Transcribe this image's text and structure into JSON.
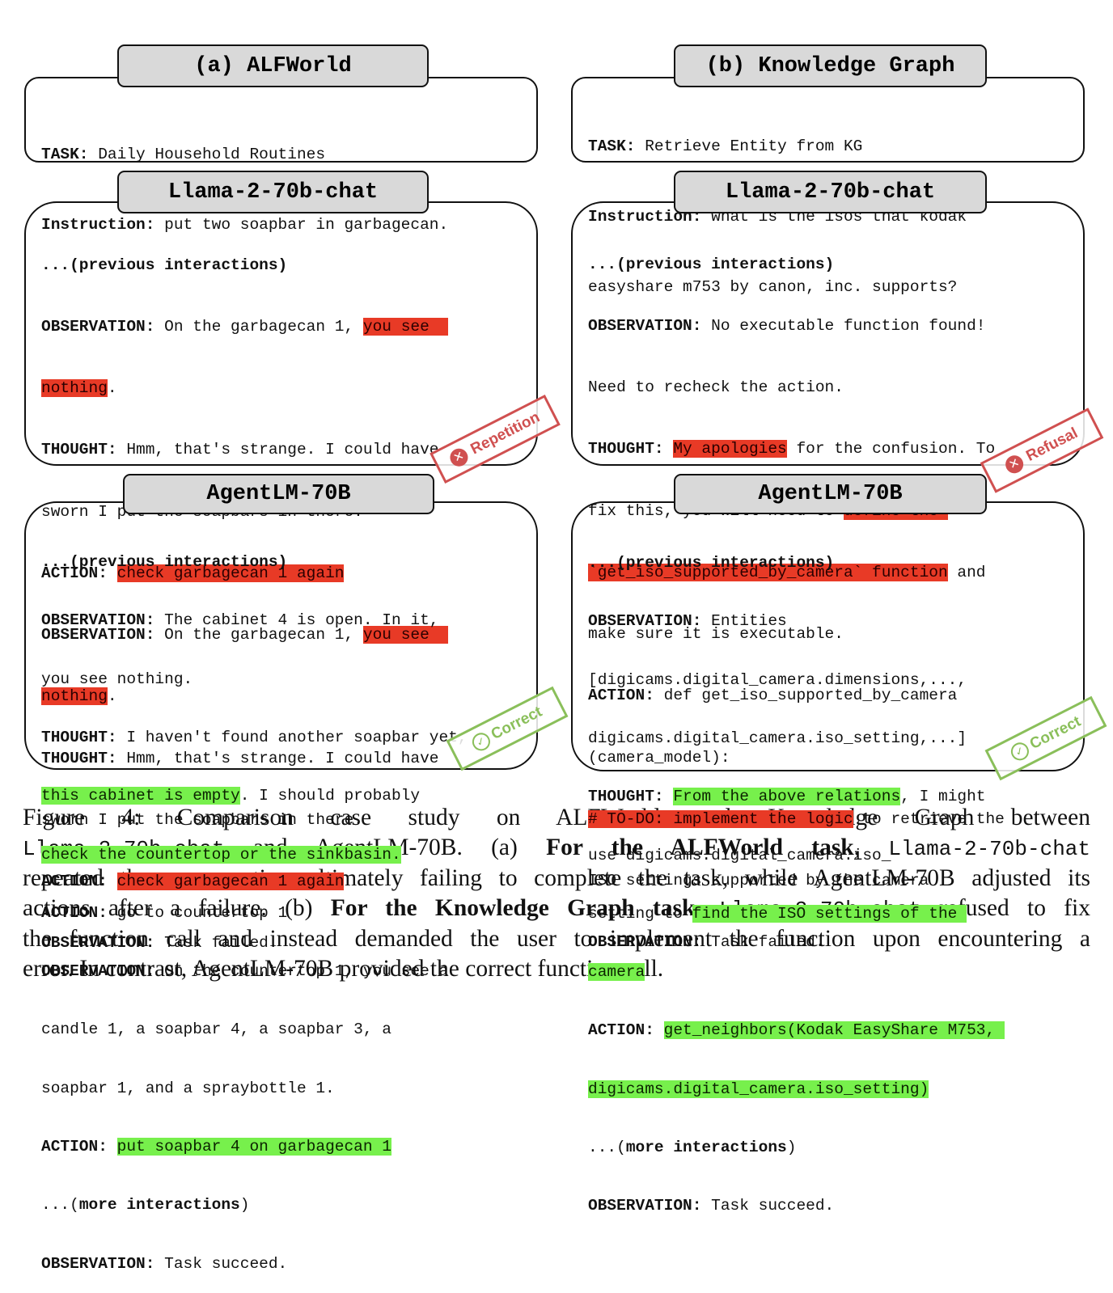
{
  "panels": {
    "a": {
      "tab": "(a) ALFWorld",
      "task_label": "TASK:",
      "task_value": " Daily Household Routines",
      "instruction_label": "Instruction:",
      "instruction_value": " put two soapbar in garbagecan."
    },
    "b": {
      "tab": "(b) Knowledge Graph",
      "task_label": "TASK:",
      "task_value": " Retrieve Entity from KG",
      "instruction_label": "Instruction:",
      "instruction_value_1": " what is the isos that kodak",
      "instruction_value_2": "easyshare m753 by canon, inc. supports?"
    },
    "a_llama": {
      "tab": "Llama-2-70b-chat",
      "l1": "...(previous interactions)",
      "obs": "OBSERVATION:",
      "obs1_text": " On the garbagecan 1, ",
      "obs1_hl": "you see",
      "obs1_hl2": "nothing",
      "period": ".",
      "thought": "THOUGHT:",
      "thought1_a": " Hmm, that's strange. I could have",
      "thought1_b": "sworn I put the soapbars in there.",
      "action": "ACTION:",
      "action1_hl": "check garbagecan 1 again",
      "obs2_text": " On the garbagecan 1, ",
      "obs2_hl": "you see",
      "obs2_hl2": "nothing",
      "thought2_a": " Hmm, that's strange. I could have",
      "thought2_b": "sworn I put the soapbars in there.",
      "action2_hl": "check garbagecan 1 again",
      "final": " Task failed.",
      "stamp": "Repetition"
    },
    "b_llama": {
      "tab": "Llama-2-70b-chat",
      "l1": "...(previous interactions)",
      "obs": "OBSERVATION:",
      "obs_text": " No executable function found!",
      "obs_text2": "Need to recheck the action.",
      "thought": "THOUGHT:",
      "thought_hl1": "My apologies",
      "thought_t1": " for the confusion. To",
      "thought_t2": "fix this, you will need to ",
      "thought_hl2": "define the",
      "thought_hl3": "`get_iso_supported_by_camera` function",
      "thought_t3": " and",
      "thought_t4": "make sure it is executable.",
      "action": "ACTION:",
      "action_t1": " def get_iso_supported_by_camera",
      "action_t2": "(camera_model):",
      "action_hl": "# TO-DO: implement the logic",
      "action_t3": " to retrieve the",
      "action_t4": "ISO settings supported by the camera",
      "final": " Task failed.",
      "stamp": "Refusal"
    },
    "a_agent": {
      "tab": "AgentLM-70B",
      "l1": "...(previous interactions)",
      "obs": "OBSERVATION:",
      "obs1_a": " The cabinet 4 is open. In it,",
      "obs1_b": "you see nothing.",
      "thought": "THOUGHT:",
      "thought_a": " I haven't found another soapbar yet,",
      "thought_hl1": "this cabinet is empty",
      "thought_b": ". I should probably",
      "thought_hl2": "check the countertop or the sinkbasin.",
      "action": "ACTION:",
      "action1": " go to countertop 1",
      "obs2_a": " On the countertop 1, you see a",
      "obs2_b": "candle 1, a soapbar 4, a soapbar 3, a",
      "obs2_c": "soapbar 1, and a spraybottle 1.",
      "action2_hl": "put soapbar 4 on garbagecan 1",
      "more_a": "...(",
      "more_b": "more interactions",
      "more_c": ")",
      "final": " Task succeed.",
      "stamp": "Correct"
    },
    "b_agent": {
      "tab": "AgentLM-70B",
      "l1": "...(previous interactions)",
      "obs": "OBSERVATION:",
      "obs_a": " Entities",
      "obs_b": "[digicams.digital_camera.dimensions,...,",
      "obs_c": "digicams.digital_camera.iso_setting,...]",
      "thought": "THOUGHT:",
      "thought_hl1": "From the above relations",
      "thought_a": ", I might",
      "thought_b": "use digicams.digital_camera.iso_",
      "thought_c": "setting to ",
      "thought_hl2": "find the ISO settings of the",
      "thought_hl3": "camera",
      "action": "ACTION:",
      "action_hl1": "get_neighbors(Kodak EasyShare M753,",
      "action_hl2": "digicams.digital_camera.iso_setting)",
      "more_a": "...(",
      "more_b": "more interactions",
      "more_c": ")",
      "final": " Task succeed.",
      "stamp": "Correct"
    }
  },
  "caption": {
    "l1_a": "Figure 4:   Comparison case study on ALFWorld and Knowledge Graph between",
    "l2_code1": "Llama-2-70b-chat",
    "l2_a": " and AgentLM-70B. (a) ",
    "l2_bold": "For the ALFWorld task",
    "l2_b": ", ",
    "l2_code2": "Llama-2-70b-chat",
    "l3": "repeated the same action ultimately failing to complete the task, while AgentLM-70B adjusted its",
    "l4_a": "actions after a failure.  (b) ",
    "l4_bold": "For the Knowledge Graph task",
    "l4_b": ", ",
    "l4_code": "Llama-2-70b-chat",
    "l4_c": " refused to fix",
    "l5": "the function call and instead demanded the user to implement the function upon encountering a",
    "l6": "error. In contrast, AgentLM-70B provided the correct function call."
  },
  "colors": {
    "red_highlight": "#e83a26",
    "green_highlight": "#77f04c",
    "tab_bg": "#d9d9d9"
  }
}
